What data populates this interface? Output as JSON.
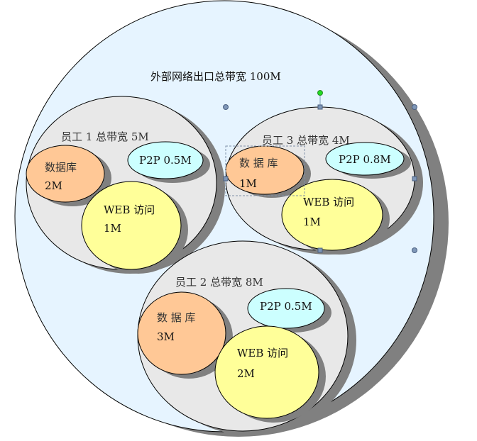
{
  "outer": {
    "title": "外部网络出口总带宽 100M"
  },
  "employees": [
    {
      "title": "员工 1 总带宽 5M",
      "db_label": "数据库",
      "db_value": "2M",
      "p2p": "P2P 0.5M",
      "web_label": "WEB 访问",
      "web_value": "1M"
    },
    {
      "title": "员工 3 总带宽 4M",
      "db_label": "数 据 库",
      "db_value": "1M",
      "p2p": "P2P 0.8M",
      "web_label": "WEB 访问",
      "web_value": "1M"
    },
    {
      "title": "员工 2 总带宽 8M",
      "db_label": "数 据 库",
      "db_value": "3M",
      "p2p": "P2P 0.5M",
      "web_label": "WEB 访问",
      "web_value": "2M"
    }
  ],
  "colors": {
    "outer": "#E6F4FF",
    "employee": "#E8E8E8",
    "db": "#FFC896",
    "p2p": "#CCFFFF",
    "web": "#FFFF99",
    "shadow": "#808080",
    "handle": "#7F97B8"
  }
}
